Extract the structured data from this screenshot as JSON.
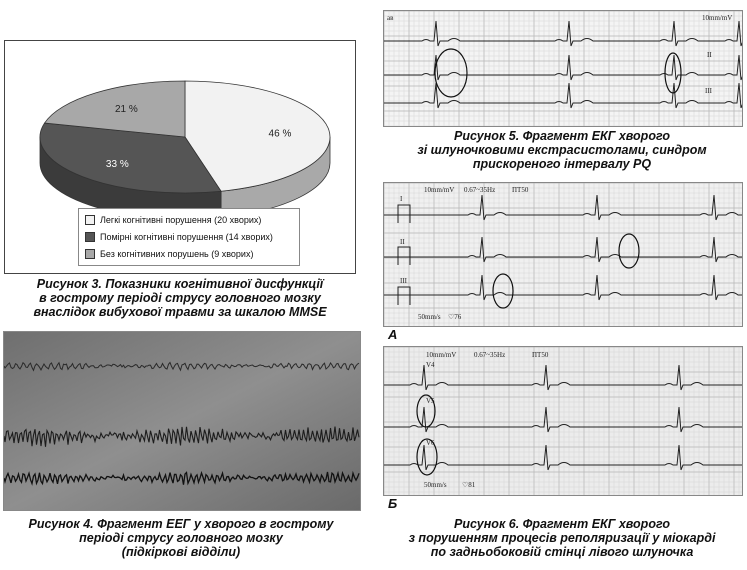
{
  "chart_data": {
    "type": "pie",
    "categories": [
      "Легкі когнітивні порушення (20 хворих)",
      "Помірні когнітивні порушення (14 хворих)",
      "Без когнітивних порушень (9 хворих)"
    ],
    "values": [
      46,
      33,
      21
    ],
    "value_labels": [
      "46 %",
      "33 %",
      "21 %"
    ],
    "colors": [
      "#f2f2f2",
      "#555555",
      "#a8a8a8"
    ],
    "legend_position": "bottom",
    "three_d": true
  },
  "captions": {
    "fig3": [
      "Рисунок 3. Показники когнітивної дисфункції",
      "в гострому періоді струсу головного мозку",
      "внаслідок вибухової травми за шкалою MMSE"
    ],
    "fig4": [
      "Рисунок 4. Фрагмент ЕЕГ у хворого в гострому",
      "періоді струсу головного мозку",
      "(підкіркові відділи)"
    ],
    "fig5": [
      "Рисунок 5. Фрагмент ЕКГ хворого",
      "зі шлуночковими екстрасистолами, синдром",
      "прискореного інтервалу PQ"
    ],
    "fig6": [
      "Рисунок 6. Фрагмент ЕКГ хворого",
      "з порушенням процесів реполяризації у міокарді",
      "по задньобоковій стінці лівого шлуночка"
    ]
  },
  "ecg_top": {
    "corner_left": "aв",
    "corner_right": "10mm/mV",
    "leads": [
      "II",
      "III"
    ]
  },
  "ecg_a": {
    "header": [
      "10mm/mV",
      "0.67~35Hz",
      "ПТ50"
    ],
    "leads": [
      "I",
      "II",
      "III"
    ],
    "footer": [
      "50mm/s",
      "♡76"
    ],
    "letter": "A"
  },
  "ecg_b": {
    "header": [
      "10mm/mV",
      "0.67~35Hz",
      "ПТ50"
    ],
    "leads": [
      "V4",
      "V5",
      "V6"
    ],
    "footer": [
      "50mm/s",
      "♡81"
    ],
    "letter": "Б"
  }
}
